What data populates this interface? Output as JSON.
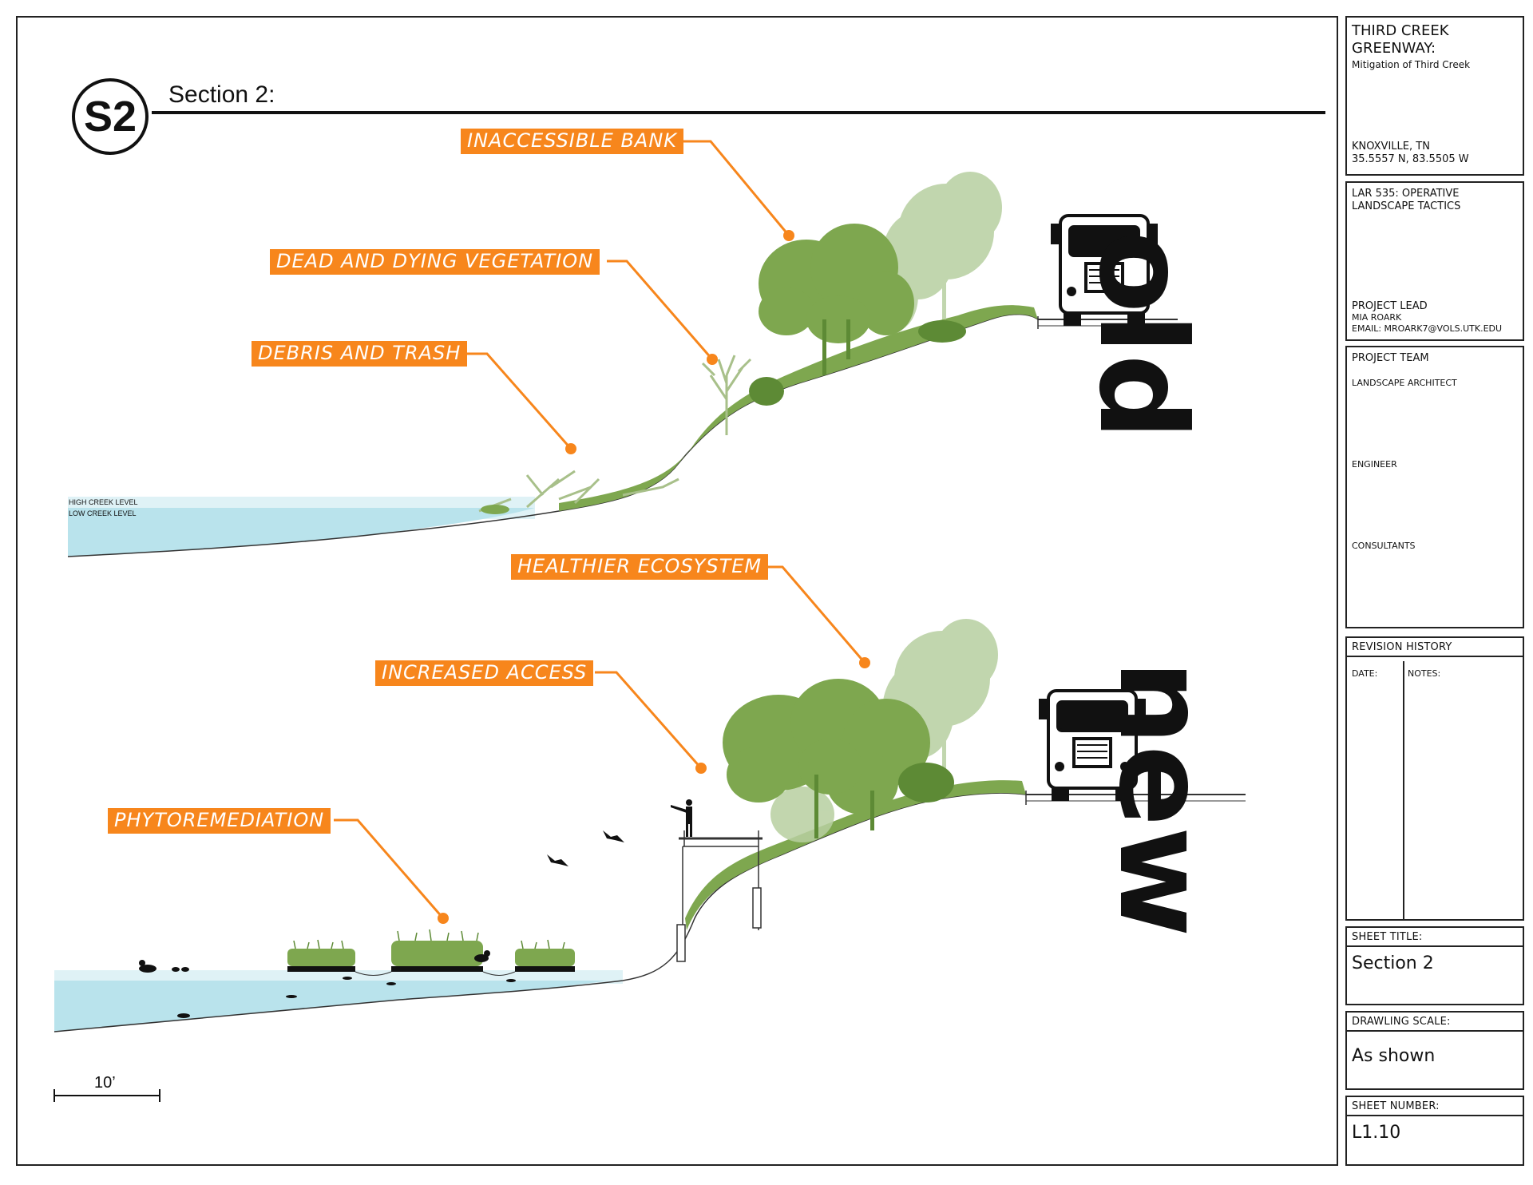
{
  "section": {
    "badge": "S2",
    "title": "Section 2:"
  },
  "callouts": {
    "inaccessible_bank": "INACCESSIBLE BANK",
    "dead_vegetation": "DEAD AND DYING VEGETATION",
    "debris": "DEBRIS AND TRASH",
    "healthier": "HEALTHIER ECOSYSTEM",
    "increased_access": "INCREASED ACCESS",
    "phytoremediation": "PHYTOREMEDIATION"
  },
  "creek_levels": {
    "high": "HIGH CREEK LEVEL",
    "low": "LOW CREEK LEVEL"
  },
  "vertical_words": {
    "old": "old",
    "new": "new"
  },
  "scale_bar": {
    "label": "10’"
  },
  "title_block": {
    "project": {
      "line1": "THIRD CREEK",
      "line2": "GREENWAY:",
      "subtitle": "Mitigation of Third Creek",
      "location": "KNOXVILLE, TN",
      "coordinates": "35.5557 N, 83.5505 W"
    },
    "course": {
      "line1": "LAR 535: OPERATIVE",
      "line2": "LANDSCAPE TACTICS",
      "lead_label": "PROJECT LEAD",
      "lead_name": "MIA ROARK",
      "lead_email": "EMAIL: MROARK7@VOLS.UTK.EDU"
    },
    "team": {
      "header": "PROJECT TEAM",
      "role1": "LANDSCAPE ARCHITECT",
      "role2": "ENGINEER",
      "role3": "CONSULTANTS"
    },
    "revision": {
      "header": "REVISION HISTORY",
      "date_label": "DATE:",
      "notes_label": "NOTES:"
    },
    "sheet_title": {
      "label": "SHEET TITLE:",
      "value": "Section 2"
    },
    "scale": {
      "label": "DRAWLING SCALE:",
      "value": "As shown"
    },
    "sheet_number": {
      "label": "SHEET NUMBER:",
      "value": "L1.10"
    }
  },
  "colors": {
    "accent": "#f7861c",
    "water": "#b9e3ec",
    "water_high": "#dff2f6",
    "vegetation": "#7ea74f",
    "vegetation_light": "#b7cfa0",
    "vegetation_dark": "#5d8a35"
  }
}
